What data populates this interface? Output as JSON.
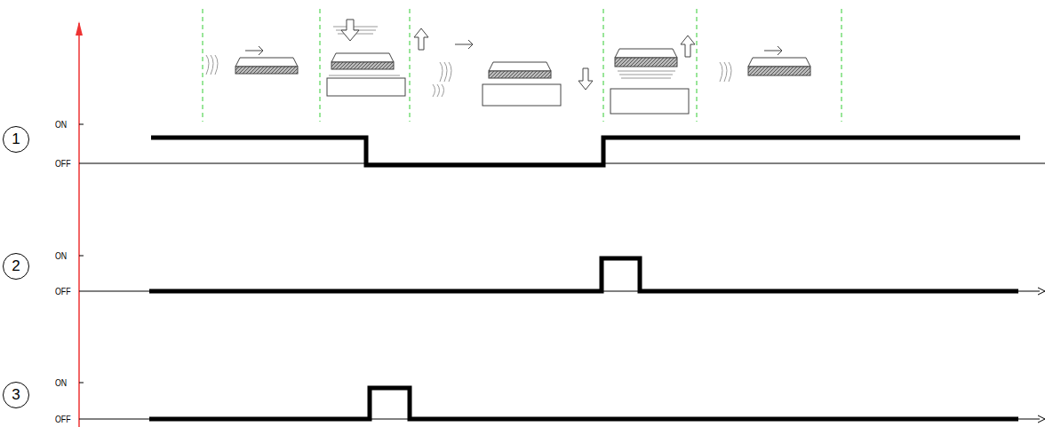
{
  "diagram": {
    "nodes": [
      {
        "text": [
          "1"
        ]
      },
      {
        "text": [
          "2"
        ]
      },
      {
        "text": [
          "3"
        ]
      }
    ],
    "labels": [
      "ON",
      "OFF",
      "ON",
      "OFF",
      "ON",
      "OFF"
    ]
  }
}
